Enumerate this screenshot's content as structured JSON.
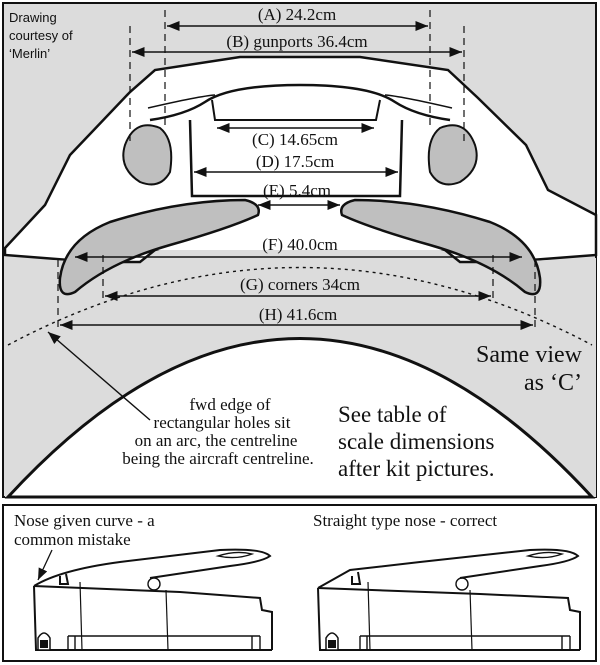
{
  "credit": [
    "Drawing",
    "courtesy of",
    "‘Merlin’"
  ],
  "dimensions": {
    "a": "(A)  24.2cm",
    "b": "(B)  gunports 36.4cm",
    "c": "(C)  14.65cm",
    "d": "(D)  17.5cm",
    "e": "(E)  5.4cm",
    "f": "(F)  40.0cm",
    "g": "(G)  corners 34cm",
    "h": "(H)  41.6cm"
  },
  "same_view": [
    "Same view",
    "as ‘C’"
  ],
  "arc_note": [
    "fwd edge of",
    "rectangular holes sit",
    "on an arc, the centreline",
    "being the aircraft centreline."
  ],
  "table_note": [
    "See table of",
    "scale dimensions",
    "after kit pictures."
  ],
  "left_caption": [
    "Nose given curve - a",
    "common mistake"
  ],
  "right_caption": "Straight type nose - correct",
  "colors": {
    "fill_grey": "#dcdcdc",
    "shape_grey": "#bfbfbf",
    "line": "#111111"
  }
}
